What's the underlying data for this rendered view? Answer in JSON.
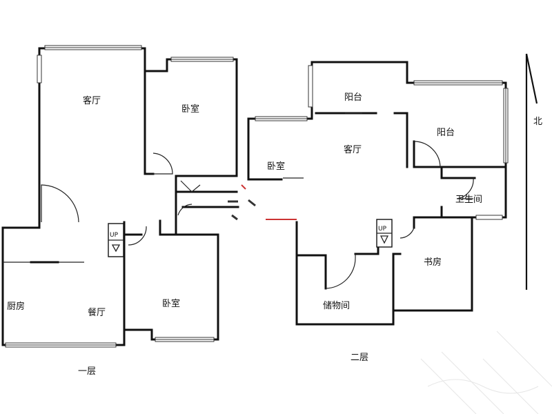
{
  "floor1": {
    "caption": "一层",
    "rooms": {
      "living": "客厅",
      "bedroom_top": "卧室",
      "bedroom_bottom": "卧室",
      "kitchen": "厨房",
      "dining": "餐厅"
    },
    "stair": {
      "label": "UP"
    }
  },
  "floor2": {
    "caption": "二层",
    "rooms": {
      "balcony_top": "阳台",
      "balcony_right": "阳台",
      "living": "客厅",
      "bedroom": "卧室",
      "bathroom": "卫生间",
      "study": "书房",
      "storage": "储物间"
    },
    "stair": {
      "label": "UP"
    }
  },
  "compass": {
    "label": "北"
  }
}
